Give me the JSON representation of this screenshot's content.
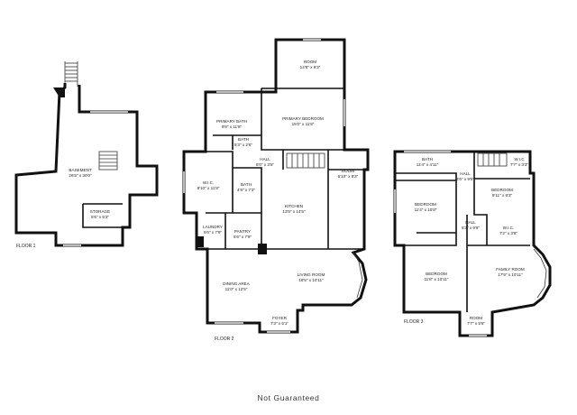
{
  "floors": [
    {
      "label": "FLOOR 1",
      "rooms": [
        {
          "name": "BASEMENT",
          "dims": "26'5\" x 30'0\""
        },
        {
          "name": "STORAGE",
          "dims": "5'6\" x 6'3\""
        }
      ]
    },
    {
      "label": "FLOOR 2",
      "rooms": [
        {
          "name": "ROOM",
          "dims": "12'8\" x 9'3\""
        },
        {
          "name": "PRIMARY BATH",
          "dims": "9'8\" x 11'8\""
        },
        {
          "name": "PRIMARY BEDROOM",
          "dims": "15'0\" x 11'8\""
        },
        {
          "name": "BATH",
          "dims": "5'3\" x 2'6\""
        },
        {
          "name": "HALL",
          "dims": "8'0\" x 3'5\""
        },
        {
          "name": "W.I.C.",
          "dims": "8'10\" x 11'8\""
        },
        {
          "name": "BATH",
          "dims": "4'9\" x 7'3\""
        },
        {
          "name": "ROOM",
          "dims": "6'10\" x 8'3\""
        },
        {
          "name": "KITCHEN",
          "dims": "13'0\" x 14'5\""
        },
        {
          "name": "LAUNDRY",
          "dims": "5'6\" x 7'9\""
        },
        {
          "name": "PANTRY",
          "dims": "5'6\" x 7'9\""
        },
        {
          "name": "DINING AREA",
          "dims": "11'0\" x 12'5\""
        },
        {
          "name": "LIVING ROOM",
          "dims": "18'5\" x 10'11\""
        },
        {
          "name": "FOYER",
          "dims": "7'3\" x 5'1\""
        }
      ]
    },
    {
      "label": "FLOOR 3",
      "rooms": [
        {
          "name": "BATH",
          "dims": "11'4\" x 4'11\""
        },
        {
          "name": "W.I.C",
          "dims": "7'7\" x 3'3\""
        },
        {
          "name": "HALL",
          "dims": "3'6\" x 9'5\""
        },
        {
          "name": "BEDROOM",
          "dims": "11'4\" x 10'8\""
        },
        {
          "name": "BEDROOM",
          "dims": "9'11\" x 8'3\""
        },
        {
          "name": "HALL",
          "dims": "5'3\" x 9'6\""
        },
        {
          "name": "W.I.C.",
          "dims": "7'2\" x 3'6\""
        },
        {
          "name": "BEDROOM",
          "dims": "11'8\" x 10'11\""
        },
        {
          "name": "FAMILY ROOM",
          "dims": "17'9\" x 10'11\""
        },
        {
          "name": "ROOM",
          "dims": "7'7\" x 5'6\""
        }
      ]
    }
  ],
  "disclaimer": "Not Guaranteed"
}
